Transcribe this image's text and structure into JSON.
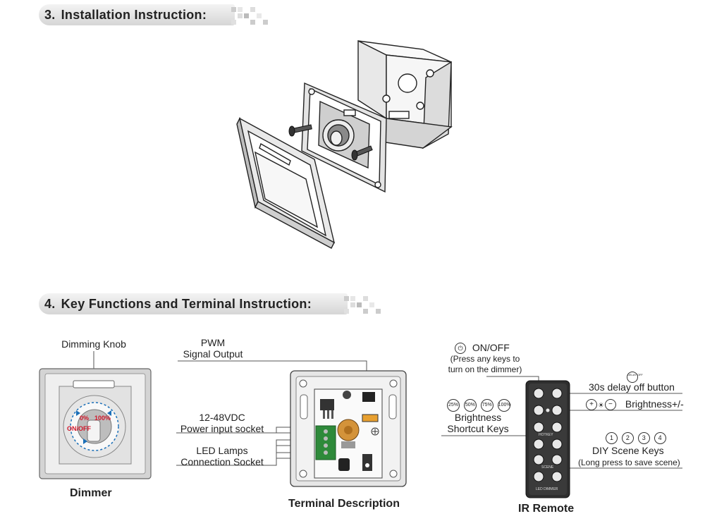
{
  "section3": {
    "number": "3.",
    "title": "Installation Instruction:"
  },
  "section4": {
    "number": "4.",
    "title": "Key Functions and Terminal Instruction:"
  },
  "dimmer": {
    "knob_label": "Dimming Knob",
    "knob_marks": {
      "zero": "0%",
      "full": "100%",
      "onoff": "ON/OFF"
    },
    "caption": "Dimmer"
  },
  "terminal": {
    "pwm_label": [
      "PWM",
      "Signal Output"
    ],
    "power_label": [
      "12-48VDC",
      "Power input socket"
    ],
    "led_label": [
      "LED Lamps",
      "Connection Socket"
    ],
    "caption": "Terminal Description"
  },
  "remote": {
    "onoff_label": "ON/OFF",
    "onoff_note": [
      "(Press any keys to",
      "turn on the dimmer)"
    ],
    "delay_label": "30s delay off button",
    "brightness_label": "Brightness+/-",
    "shortcut_icons": [
      "25%",
      "50%",
      "75%",
      "100%"
    ],
    "shortcut_label": [
      "Brightness",
      "Shortcut Keys"
    ],
    "scene_icons": [
      "1",
      "2",
      "3",
      "4"
    ],
    "scene_label": "DIY Scene Keys",
    "scene_note": "(Long press to save scene)",
    "device_text": {
      "hotkey": "HOTKEY",
      "scene": "SCENE",
      "brand": "LED DIMMER",
      "delay": "DELAY OFF"
    },
    "caption": "IR Remote"
  }
}
